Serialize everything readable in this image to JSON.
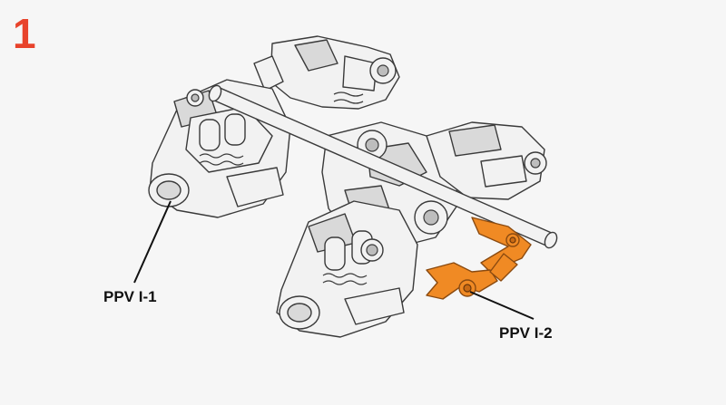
{
  "step": {
    "number": "1"
  },
  "callouts": [
    {
      "label": "PPV I-1"
    },
    {
      "label": "PPV I-2"
    }
  ],
  "colors": {
    "step_number": "#e8432b",
    "highlight": "#f08a24",
    "part_fill": "#f2f2f2",
    "part_stroke": "#3a3a3a",
    "background": "#f6f6f6"
  }
}
